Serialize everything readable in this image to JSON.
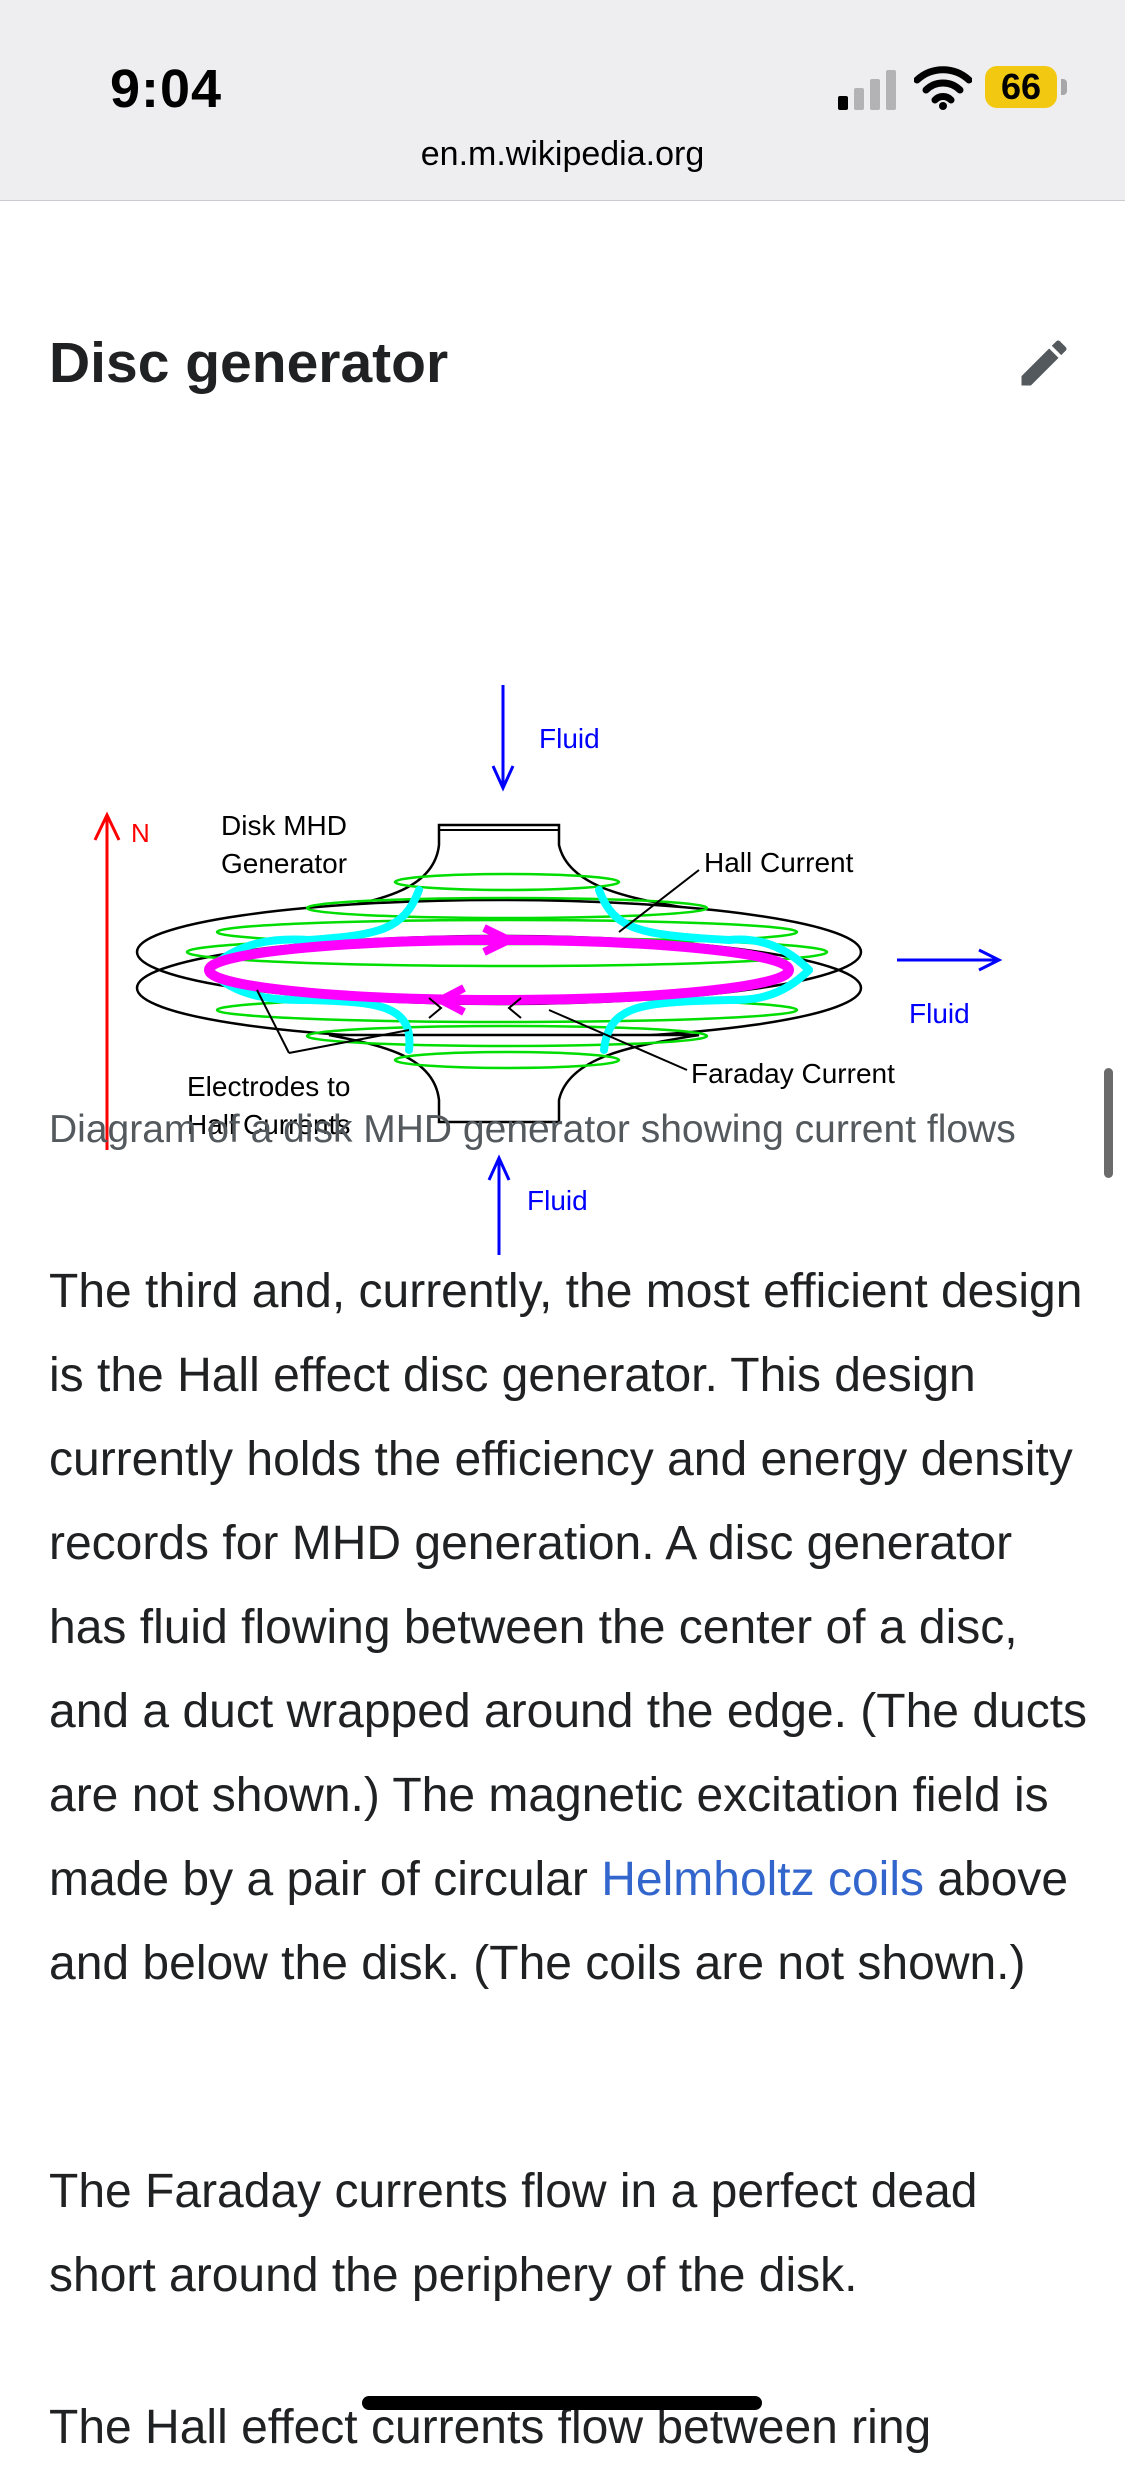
{
  "status_bar": {
    "time": "9:04",
    "battery_level": "66",
    "signal_icon": "cellular-signal-icon",
    "wifi_icon": "wifi-icon"
  },
  "browser": {
    "url": "en.m.wikipedia.org"
  },
  "article": {
    "section_heading": "Disc generator",
    "edit_icon": "pencil-edit-icon",
    "figure": {
      "labels": {
        "n": "N",
        "disk": [
          "Disk MHD",
          "Generator"
        ],
        "fluid_top": "Fluid",
        "hall_current": "Hall Current",
        "fluid_right": "Fluid",
        "faraday_current": "Faraday Current",
        "electrodes": [
          "Electrodes to",
          "Hall Currents"
        ],
        "fluid_bottom": "Fluid"
      },
      "colors": {
        "north_arrow": "#ff0000",
        "fluid_arrow": "#0000ff",
        "hall": "#00ffff",
        "faraday": "#ff00ff",
        "field_lines": "#00dd00"
      }
    },
    "caption": "Diagram of a disk MHD generator showing current flows",
    "paragraph1": {
      "before_link": "The third and, currently, the most efficient design is the Hall effect disc generator. This design currently holds the efficiency and energy density records for MHD generation. A disc generator has fluid flowing between the center of a disc, and a duct wrapped around the edge. (The ducts are not shown.) The magnetic excitation field is made by a pair of circular ",
      "link_text": "Helmholtz coils",
      "after_link": " above and below the disk. (The coils are not shown.)"
    },
    "paragraph2": "The Faraday currents flow in a perfect dead short around the periphery of the disk.",
    "paragraph3": "The Hall effect currents flow between ring"
  },
  "link_color": "#3366cc"
}
